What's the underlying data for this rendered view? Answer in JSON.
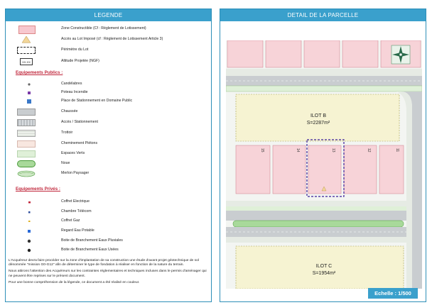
{
  "legend": {
    "title": "LEGENDE",
    "items": [
      {
        "label": "Zone Constructible (Cf : Règlement de Lotissement)"
      },
      {
        "label": "Accès au Lot Imposé (cf : Règlement de Lotissement Article 3)"
      },
      {
        "label": "Périmètre du Lot"
      },
      {
        "label": "Altitude Projetée (NGF)",
        "symbol_text": "XX.XX"
      }
    ],
    "public_title": "Equipements Publics :",
    "public_items": [
      {
        "label": "Candélabres"
      },
      {
        "label": "Poteau Incendie"
      },
      {
        "label": "Place de Stationnement en Domaine Public"
      },
      {
        "label": "Chaussée"
      },
      {
        "label": "Accès / Stationnement"
      },
      {
        "label": "Trottoir"
      },
      {
        "label": "Cheminement Piétons"
      },
      {
        "label": "Espaces Verts"
      },
      {
        "label": "Noue"
      },
      {
        "label": "Merlon Paysager"
      }
    ],
    "private_title": "Equipements Privés :",
    "private_items": [
      {
        "label": "Coffret Electrique"
      },
      {
        "label": "Chambre Télécom"
      },
      {
        "label": "Coffret Gaz"
      },
      {
        "label": "Regard Eau Potable"
      },
      {
        "label": "Boite de Branchement Eaux Pluviales"
      },
      {
        "label": "Boite de Branchement Eaux Usées"
      }
    ],
    "notes": [
      "L'Acquéreur devra faire procéder sur la zone d'implantation de sa construction une étude d'avant projet géotechnique de sol dénommée \"mission G0-G12\" afin de déterminer le type de fondation à réaliser en fonction de la nature du terrain.",
      "Nous attirons l'attention des Acquéreurs sur les contraintes réglementaires et techniques incluses dans le permis d'aménager qui ne peuvent être reprises sur le présent document.",
      "Pour une bonne compréhension de la légende, ce document a été réalisé en couleur."
    ]
  },
  "detail": {
    "title": "DETAIL DE LA PARCELLE",
    "ilot_b_name": "ILOT B",
    "ilot_b_area": "S=2287m²",
    "ilot_c_name": "ILOT C",
    "ilot_c_area": "S=1954m²",
    "lot_numbers": [
      "15",
      "14",
      "13",
      "12",
      "11"
    ],
    "scale": "Echelle : 1/500"
  },
  "colors": {
    "header": "#3aa0cc",
    "section_title": "#c0263b",
    "zone_constructible": "#f7c8cf",
    "lot_perimeter": "#3a1e9a",
    "road": "#c9cdd0",
    "green": "#cfe8c6"
  }
}
